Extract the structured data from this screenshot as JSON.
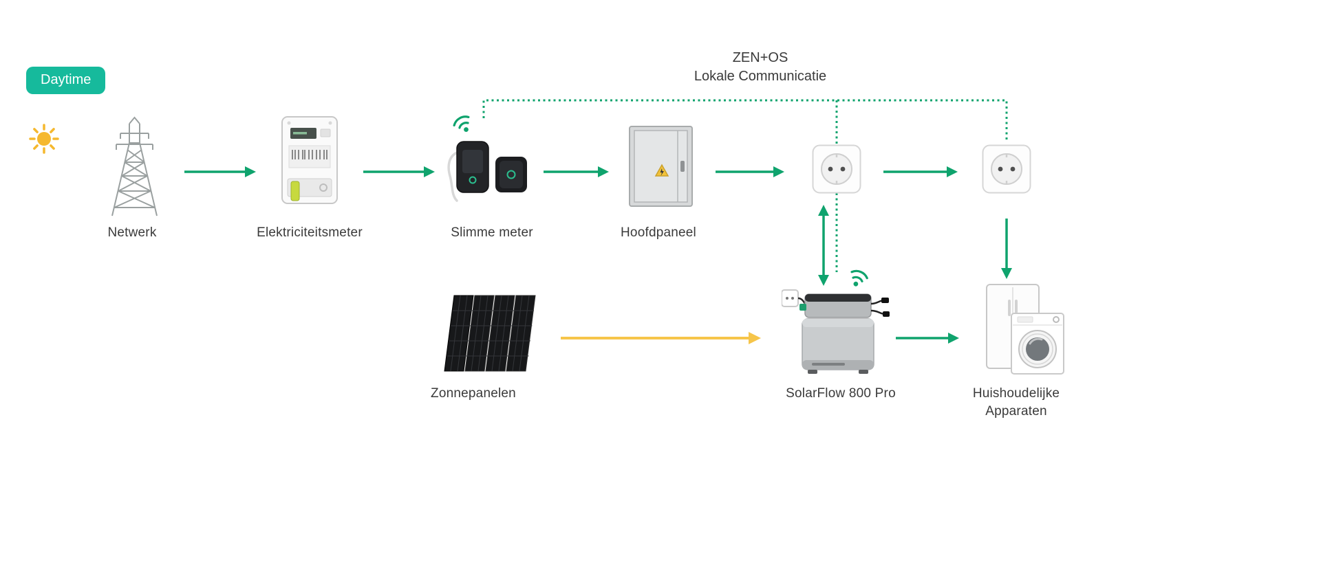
{
  "badge": {
    "label": "Daytime"
  },
  "header": {
    "title": "ZEN+OS",
    "subtitle": "Lokale Communicatie"
  },
  "labels": {
    "netwerk": "Netwerk",
    "elektriciteitsmeter": "Elektriciteitsmeter",
    "slimme_meter": "Slimme meter",
    "hoofdpaneel": "Hoofdpaneel",
    "zonnepanelen": "Zonnepanelen",
    "solarflow": "SolarFlow 800 Pro",
    "apparaten_line1": "Huishoudelijke",
    "apparaten_line2": "Apparaten"
  },
  "flows": [
    {
      "from": "Netwerk",
      "to": "Elektriciteitsmeter",
      "type": "grid-power",
      "color": "green"
    },
    {
      "from": "Elektriciteitsmeter",
      "to": "Slimme meter",
      "type": "grid-power",
      "color": "green"
    },
    {
      "from": "Slimme meter",
      "to": "Hoofdpaneel",
      "type": "grid-power",
      "color": "green"
    },
    {
      "from": "Hoofdpaneel",
      "to": "Stopcontact 1",
      "type": "grid-power",
      "color": "green"
    },
    {
      "from": "Stopcontact 1",
      "to": "Stopcontact 2",
      "type": "grid-power",
      "color": "green"
    },
    {
      "from": "Stopcontact 1",
      "to": "SolarFlow 800 Pro",
      "type": "bidirectional-power",
      "color": "green"
    },
    {
      "from": "Zonnepanelen",
      "to": "SolarFlow 800 Pro",
      "type": "solar-power",
      "color": "yellow"
    },
    {
      "from": "SolarFlow 800 Pro",
      "to": "Huishoudelijke Apparaten",
      "type": "power",
      "color": "green"
    },
    {
      "from": "Stopcontact 2",
      "to": "Huishoudelijke Apparaten",
      "type": "power",
      "color": "green"
    },
    {
      "from": "Slimme meter",
      "to": "SolarFlow 800 Pro + Stopcontacten",
      "type": "local-communication",
      "color": "green-dotted"
    }
  ],
  "colors": {
    "green": "#0FA36D",
    "teal": "#16BA9C",
    "yellow": "#F6C54A",
    "sun": "#F5B82E",
    "text": "#3A3A3A"
  }
}
